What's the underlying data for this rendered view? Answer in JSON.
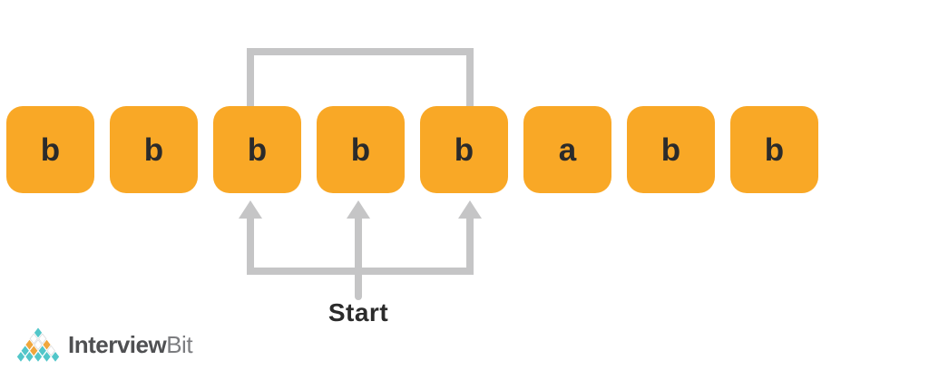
{
  "diagram": {
    "cells": [
      "b",
      "b",
      "b",
      "b",
      "b",
      "a",
      "b",
      "b"
    ],
    "highlight_range": {
      "from_index": 2,
      "to_index": 4
    },
    "start_label": "Start"
  },
  "logo": {
    "brand_primary": "Interview",
    "brand_secondary": "Bit",
    "pyramid_icon": "diamond-pyramid-icon",
    "pyramid_rows": [
      [
        "teal"
      ],
      [
        "white",
        "white"
      ],
      [
        "orange",
        "white",
        "orange"
      ],
      [
        "teal",
        "orange",
        "teal",
        "white"
      ],
      [
        "teal",
        "teal",
        "teal",
        "teal",
        "teal"
      ]
    ]
  },
  "colors": {
    "box-orange": "#F9A826",
    "letter-dark": "#2B2B2B",
    "line-gray": "#C5C5C6",
    "logo-teal": "#52C6C9",
    "logo-orange": "#F0A63C",
    "logo-white": "#FFFFFF",
    "diamond-outline": "#D9DADB",
    "logo-text-dark": "#4F5052",
    "logo-text-light": "#7C7D80"
  }
}
